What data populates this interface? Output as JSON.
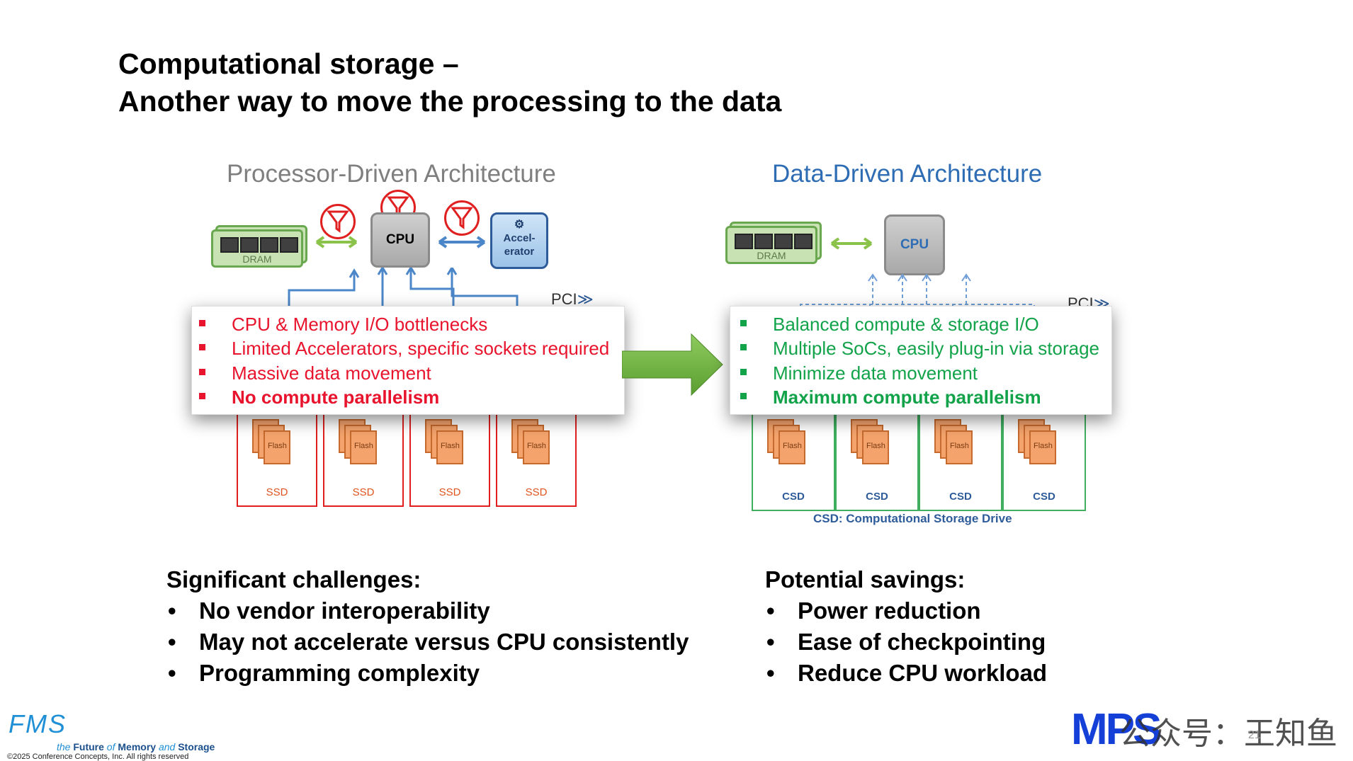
{
  "slide": {
    "title_line1": "Computational storage –",
    "title_line2": "Another way to move the processing to the data"
  },
  "left_diagram": {
    "title": "Processor-Driven Architecture",
    "dram_label": "DRAM",
    "cpu_label": "CPU",
    "accelerator_label_1": "Accel-",
    "accelerator_label_2": "erator",
    "pci_label": "PCI",
    "bullets": [
      {
        "text": "CPU & Memory I/O bottlenecks",
        "bold": false
      },
      {
        "text": "Limited Accelerators, specific sockets required",
        "bold": false
      },
      {
        "text": "Massive data movement",
        "bold": false
      },
      {
        "text": "No compute parallelism",
        "bold": true
      }
    ],
    "flash_label": "Flash",
    "drive_label": "SSD",
    "colors": {
      "bullet": "#e8142d",
      "drive_border": "#e02020"
    }
  },
  "right_diagram": {
    "title": "Data-Driven Architecture",
    "dram_label": "DRAM",
    "cpu_label": "CPU",
    "pci_label": "PCI",
    "bullets": [
      {
        "text": "Balanced compute & storage I/O",
        "bold": false
      },
      {
        "text": "Multiple SoCs, easily plug-in via storage",
        "bold": false
      },
      {
        "text": "Minimize data movement",
        "bold": false
      },
      {
        "text": "Maximum compute parallelism",
        "bold": true
      }
    ],
    "flash_label": "Flash",
    "drive_label": "CSD",
    "caption": "CSD:  Computational Storage Drive",
    "colors": {
      "bullet": "#12a34a",
      "drive_border": "#3fae5f"
    }
  },
  "challenges": {
    "heading": "Significant challenges:",
    "items": [
      "No vendor interoperability",
      "May not accelerate versus CPU consistently",
      "Programming complexity"
    ]
  },
  "savings": {
    "heading": "Potential savings:",
    "items": [
      "Power reduction",
      "Ease of checkpointing",
      "Reduce CPU workload"
    ]
  },
  "footer": {
    "logo_text": "FMS",
    "tagline_1": "the ",
    "tagline_2": "Future",
    "tagline_3": " of ",
    "tagline_4": "Memory",
    "tagline_5": " and ",
    "tagline_6": "Storage",
    "copyright": "©2025 Conference Concepts, Inc.  All rights reserved",
    "watermark_logo": "MPS",
    "watermark_text": "公众号：王知鱼",
    "page_number": "21"
  },
  "colors": {
    "arrow_green": "#6db33f",
    "link_blue": "#4a86c8",
    "accent_blue": "#2e6db4"
  }
}
